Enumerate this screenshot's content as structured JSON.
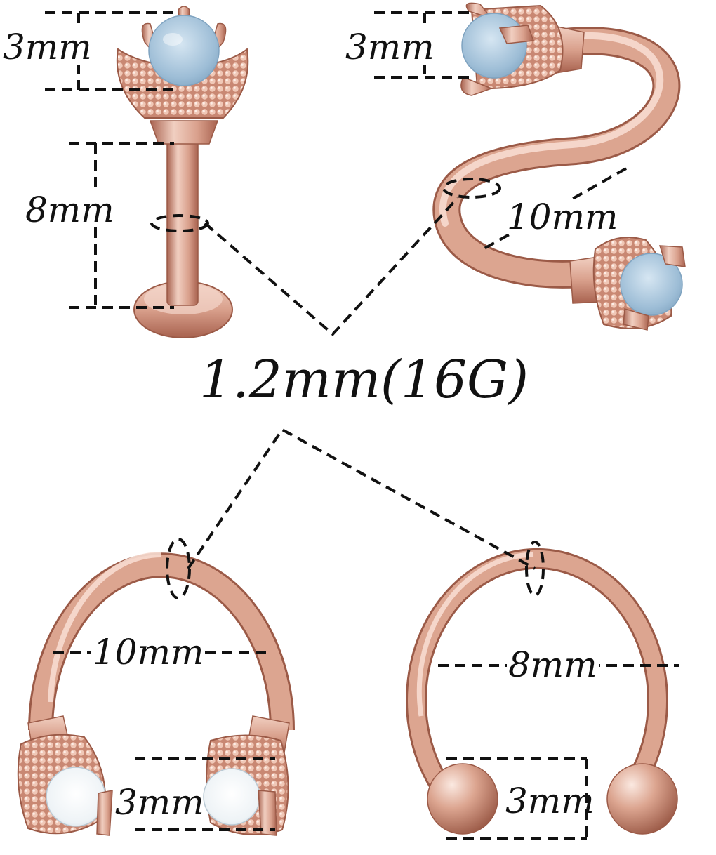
{
  "colors": {
    "metal_light": "#f1cfc1",
    "metal": "#d9a08c",
    "metal_dark": "#a8624f",
    "gem_light": "#c6dbea",
    "gem": "#9dbdd6",
    "opal": "#eef3f6",
    "dash": "#111111"
  },
  "labels": {
    "gauge": "1.2mm(16G)",
    "labret_ball": "3mm",
    "labret_length": "8mm",
    "spiral_ball": "3mm",
    "spiral_diameter": "10mm",
    "horseshoe_left_diameter": "10mm",
    "horseshoe_left_ball": "3mm",
    "horseshoe_right_diameter": "8mm",
    "horseshoe_right_ball": "3mm"
  }
}
